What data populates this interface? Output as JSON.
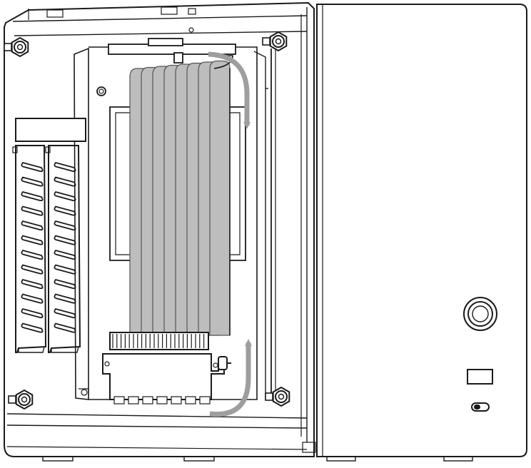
{
  "diagram": {
    "colors": {
      "line": "#1a1a1a",
      "background": "#ffffff",
      "ribbon": "#bdbdbd",
      "ribbon_edge": "#555555",
      "arrow": "#9e9e9e",
      "panel_shade": "#f2f2f2"
    },
    "parts": [
      "chassis-left-frame",
      "front-panel",
      "pcie-riser-ribbon",
      "riser-connector",
      "gpu-bracket-slots",
      "thumbscrews",
      "rotation-arrows",
      "power-button",
      "usb-port",
      "led-indicator"
    ],
    "icons": {
      "power_button": "power-button-icon",
      "usb_port": "usb-port-icon",
      "led": "led-indicator-icon",
      "arrow": "curved-arrow-icon",
      "screw": "thumbscrew-icon"
    }
  }
}
